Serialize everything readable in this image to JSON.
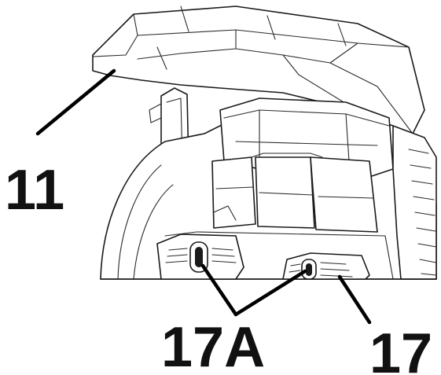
{
  "figure": {
    "callouts": {
      "battery_cover": "11",
      "battery_latch_pair": "17A",
      "battery": "17"
    }
  }
}
